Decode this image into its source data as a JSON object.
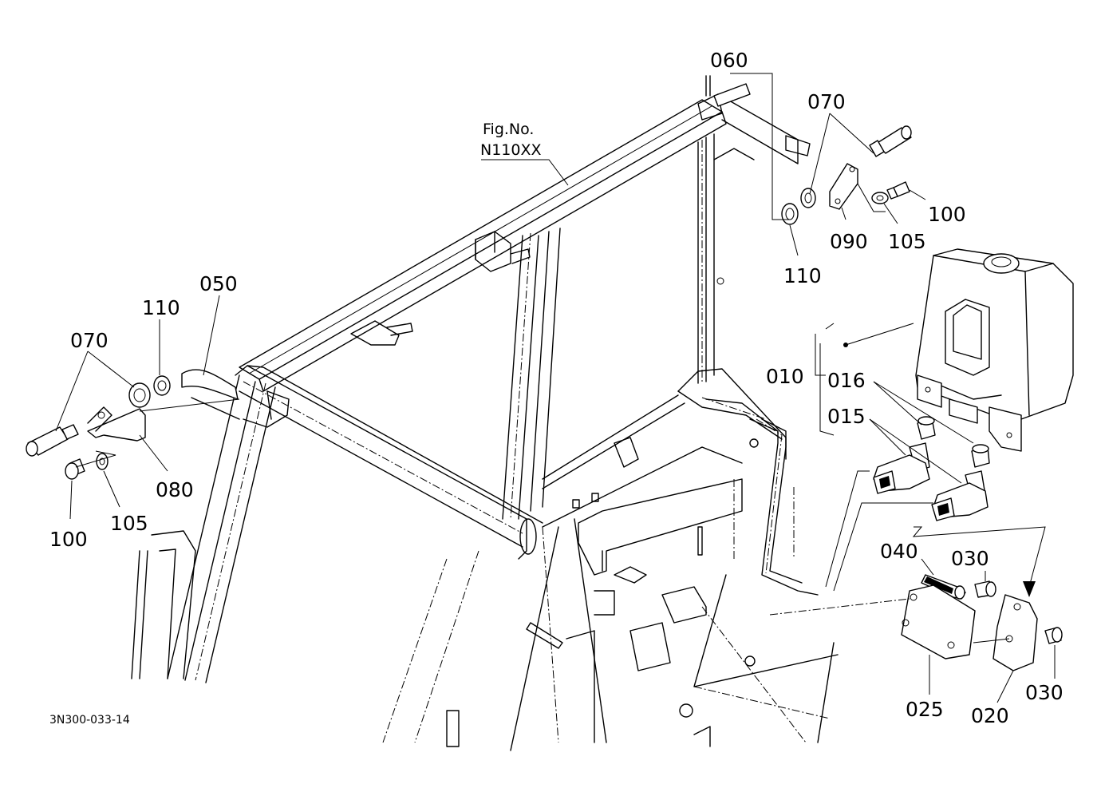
{
  "figure": {
    "ref_line1": "Fig.No.",
    "ref_line2": "N110XX",
    "code": "3N300-033-14"
  },
  "parts": {
    "p060": "060",
    "p070_right": "070",
    "p100_right": "100",
    "p105_right": "105",
    "p090": "090",
    "p110_right": "110",
    "p050": "050",
    "p110_left": "110",
    "p070_left": "070",
    "p080": "080",
    "p100_left": "100",
    "p105_left": "105",
    "p010": "010",
    "p016": "016",
    "p015": "015",
    "p040": "040",
    "p030_top": "030",
    "p030_bottom": "030",
    "p025": "025",
    "p020": "020"
  }
}
